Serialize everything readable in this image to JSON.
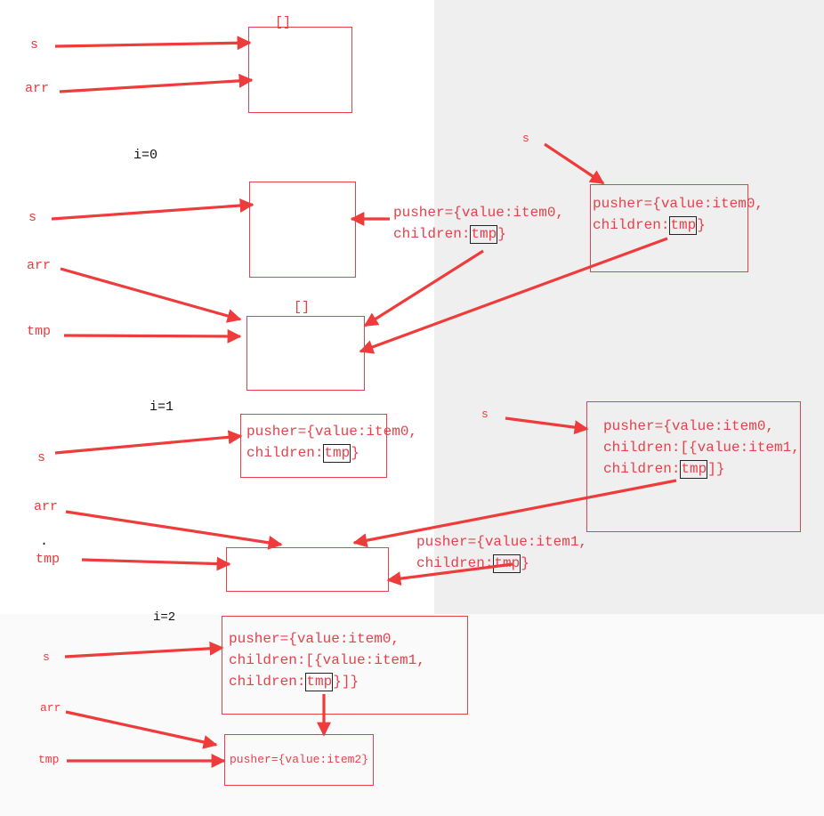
{
  "labels": {
    "s": "s",
    "arr": "arr",
    "tmp": "tmp",
    "step0": "i=0",
    "step1": "i=1",
    "step2": "i=2",
    "empty_array": "[]",
    "dot": "."
  },
  "texts": {
    "pusher_item0": "pusher={value:item0,",
    "children": "children:",
    "tmp": "tmp",
    "close_brace": "}",
    "children_item1": "children:[{value:item1,",
    "close_nested": "]}",
    "close_nested2": "}]}",
    "pusher_item1": "pusher={value:item1,",
    "pusher_item2": "pusher={value:item2}"
  },
  "colors": {
    "arrow": "#ee3b3b",
    "box": "#e8404a",
    "frame": "#222222"
  }
}
